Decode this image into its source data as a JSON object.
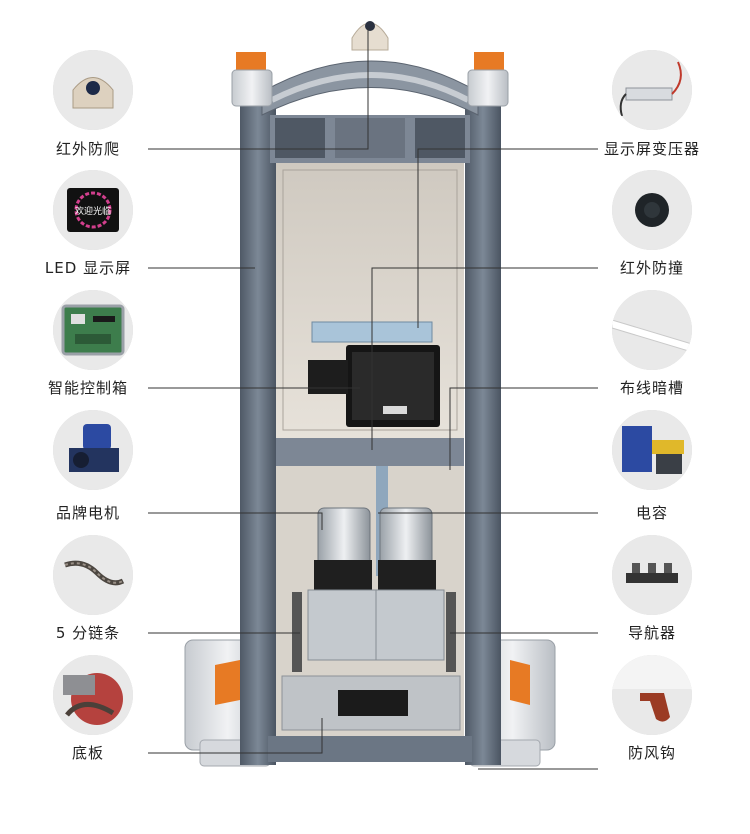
{
  "left_components": [
    {
      "label": "红外防爬",
      "icon": "infrared-anti-climb-icon"
    },
    {
      "label": "LED 显示屏",
      "icon": "led-display-icon",
      "screen_text": "欢迎光临"
    },
    {
      "label": "智能控制箱",
      "icon": "control-box-icon"
    },
    {
      "label": "品牌电机",
      "icon": "motor-icon"
    },
    {
      "label": "5 分链条",
      "icon": "chain-icon"
    },
    {
      "label": "底板",
      "icon": "base-plate-icon"
    }
  ],
  "right_components": [
    {
      "label": "显示屏变压器",
      "icon": "transformer-icon"
    },
    {
      "label": "红外防撞",
      "icon": "infrared-anti-collision-icon"
    },
    {
      "label": "布线暗槽",
      "icon": "wiring-groove-icon"
    },
    {
      "label": "电容",
      "icon": "capacitor-icon"
    },
    {
      "label": "导航器",
      "icon": "guide-icon"
    },
    {
      "label": "防风钩",
      "icon": "wind-hook-icon"
    }
  ],
  "colors": {
    "frame": "#6b7684",
    "accent_orange": "#e77a24",
    "line": "#333333"
  }
}
